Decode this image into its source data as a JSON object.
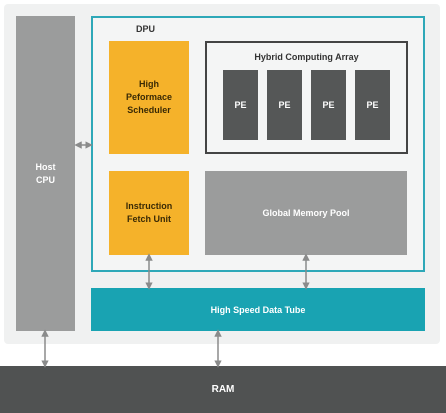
{
  "diagram": {
    "host_cpu": "Host\nCPU",
    "dpu": {
      "label": "DPU",
      "scheduler": "High\nPeformace\nScheduler",
      "fetch_unit": "Instruction\nFetch Unit",
      "array": {
        "label": "Hybrid Computing Array",
        "pes": [
          "PE",
          "PE",
          "PE",
          "PE"
        ]
      },
      "memory_pool": "Global Memory Pool"
    },
    "data_tube": "High Speed Data Tube",
    "ram": "RAM"
  },
  "colors": {
    "accent_teal": "#19a3b2",
    "orange": "#f5b22a",
    "gray": "#9b9c9c",
    "dark": "#505252"
  }
}
